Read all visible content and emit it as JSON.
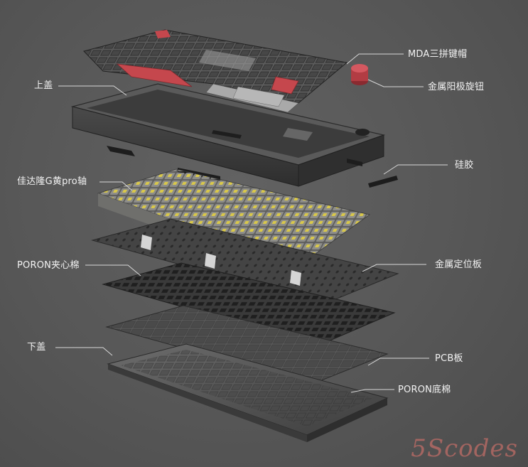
{
  "labels": {
    "keycaps": "MDA三拼键帽",
    "knob": "金属阳极旋钮",
    "top_case": "上盖",
    "silicone": "硅胶",
    "switches": "佳达隆G黄pro轴",
    "poron_sandwich": "PORON夹心棉",
    "plate": "金属定位板",
    "bottom_case": "下盖",
    "pcb": "PCB板",
    "poron_bottom": "PORON底棉"
  },
  "watermark": "5Scodes",
  "colors": {
    "background": "#575757",
    "label_text": "#f2f2f2",
    "leader_line": "#d8d8d8",
    "keycap_dark": "#3b3b3b",
    "keycap_light": "#a9a9a9",
    "keycap_red": "#c5474d",
    "case_dark": "#3a3a3a",
    "switch_yellow": "#d9c84a"
  }
}
